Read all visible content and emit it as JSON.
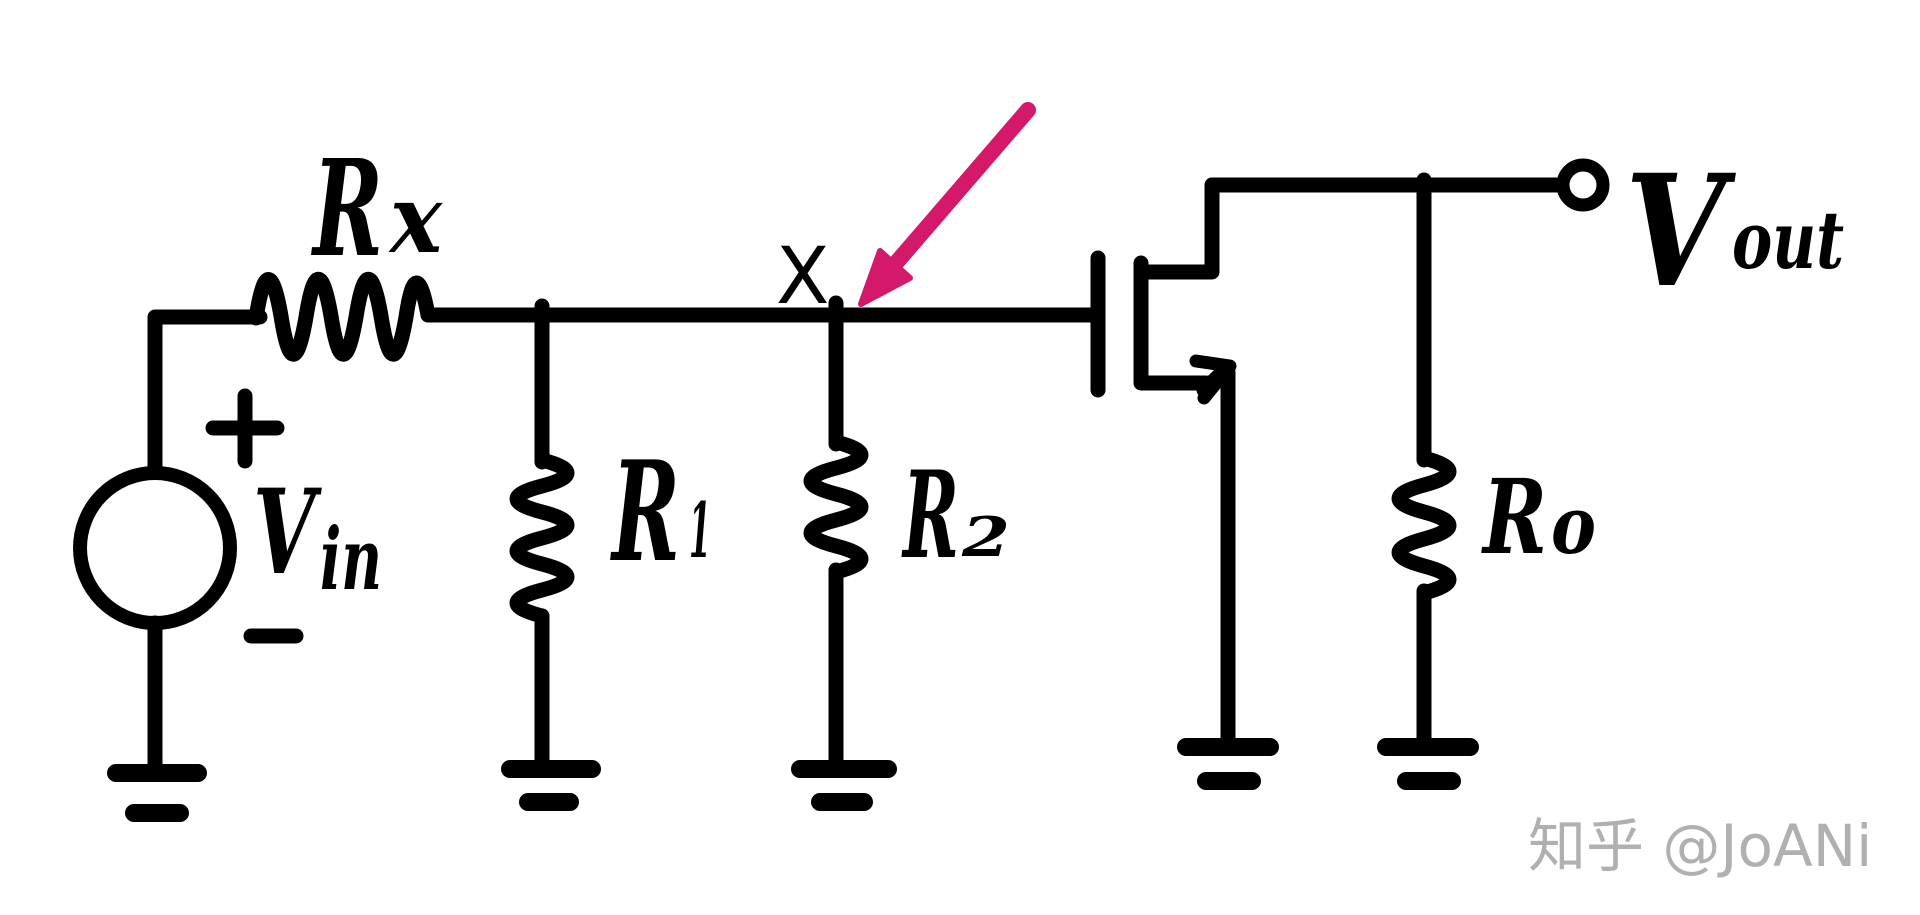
{
  "diagram": {
    "kind": "hand-drawn circuit schematic",
    "background_color": "#ffffff",
    "ink_color": "#000000",
    "annotation_arrow_color": "#d5196a",
    "labels": {
      "rx": {
        "main": "R",
        "sub": "x"
      },
      "r1": {
        "main": "R",
        "sub": "1"
      },
      "r2": {
        "main": "R",
        "sub": "2"
      },
      "ro": {
        "main": "R",
        "sub": "o"
      },
      "vin": {
        "main": "V",
        "sub": "in"
      },
      "vout": {
        "main": "V",
        "sub": "out"
      },
      "node_x": "X",
      "plus": "+",
      "minus": "−"
    }
  },
  "watermark": {
    "text": "知乎 @JoANi",
    "color": "#b0b0b0"
  }
}
